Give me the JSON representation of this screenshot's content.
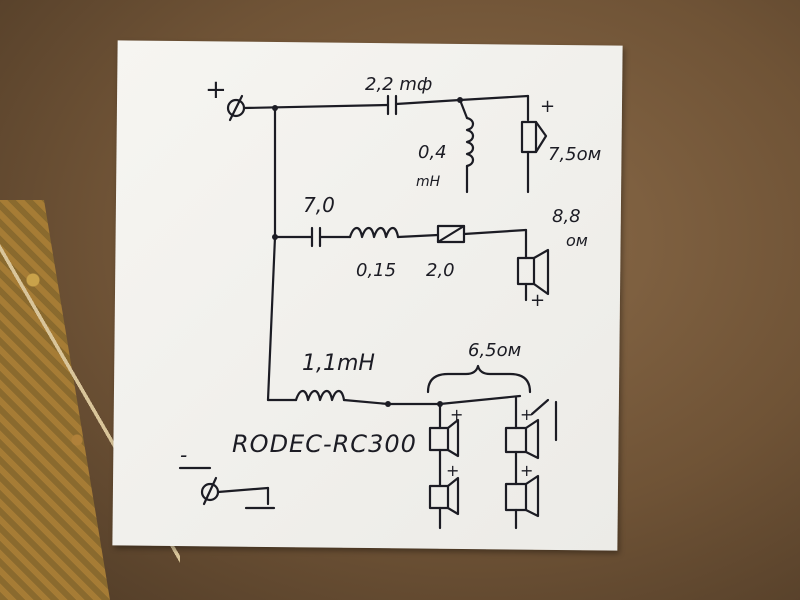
{
  "labels": {
    "plus_input": "+",
    "minus_input": "-",
    "cap_tweeter": "2,2 mф",
    "coil_tweeter_value": "0,4",
    "coil_tweeter_unit": "mH",
    "tweeter_impedance": "7,5ом",
    "cap_mid": "7,0",
    "coil_mid": "0,15",
    "resistor_mid": "2,0",
    "mid_impedance_1": "8,8",
    "mid_impedance_2": "ом",
    "coil_woofer": "1,1mH",
    "woofer_impedance": "6,5ом",
    "model_name": "RODEC-RC300",
    "plus_sign": "+"
  }
}
